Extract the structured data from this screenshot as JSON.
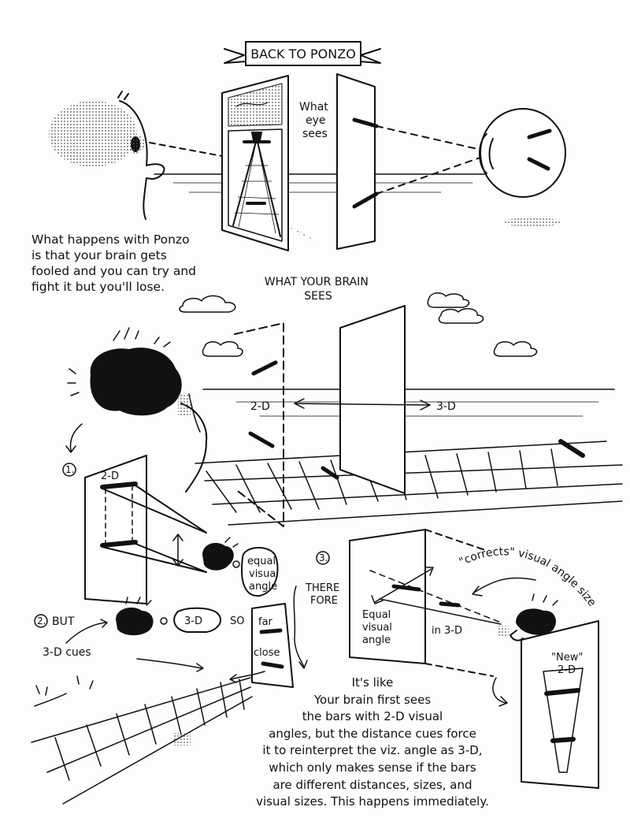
{
  "banner": {
    "title": "BACK TO PONZO"
  },
  "panel_top": {
    "eye_sees": [
      "What",
      "eye",
      "sees"
    ],
    "caption": [
      "What happens with Ponzo",
      "is that your brain gets",
      "fooled and you can try and",
      "fight it but you'll lose."
    ]
  },
  "brain_sees": {
    "heading": [
      "WHAT YOUR BRAIN",
      "SEES"
    ],
    "label_2d": "2-D",
    "label_3d": "3-D"
  },
  "step1": {
    "number": "1.",
    "label_2d": "2-D",
    "bubble": [
      "equal",
      "visual",
      "angle"
    ]
  },
  "step2": {
    "number": "2.",
    "but": "BUT",
    "bubble": "3-D",
    "so": "SO",
    "cues": "3-D cues",
    "far": "far",
    "close": "close",
    "therefore": [
      "THERE",
      "FORE"
    ]
  },
  "step3": {
    "number": "3.",
    "corrects": "\"corrects\" visual angle size",
    "equal": [
      "Equal",
      "visual",
      "angle"
    ],
    "in3d": "in 3-D",
    "new2d": [
      "\"New\"",
      "2-D"
    ]
  },
  "explanation": [
    "It's like",
    "Your brain first sees",
    "the bars with 2-D visual",
    "angles, but the distance cues force",
    "it to reinterpret the viz. angle as 3-D,",
    "which only makes sense if the bars",
    "are different distances, sizes, and",
    "visual sizes. This happens immediately."
  ]
}
